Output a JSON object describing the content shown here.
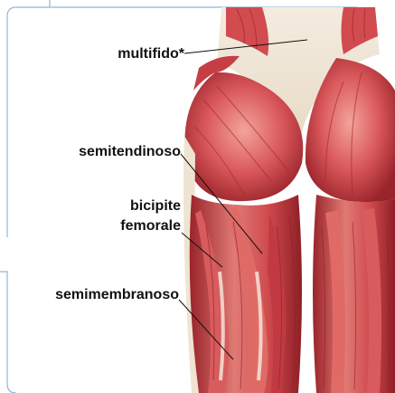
{
  "labels": {
    "multifido": "multifido*",
    "semitendinoso": "semitendinoso",
    "bicipite_line1": "bicipite",
    "bicipite_line2": "femorale",
    "semimembranoso": "semimembranoso"
  },
  "colors": {
    "frame": "#8fb8d8",
    "muscle": "#c9393f",
    "muscle_light": "#e98b85",
    "muscle_dark": "#8e1f26",
    "tendon": "#efe4d2",
    "leader_line": "#111111"
  }
}
